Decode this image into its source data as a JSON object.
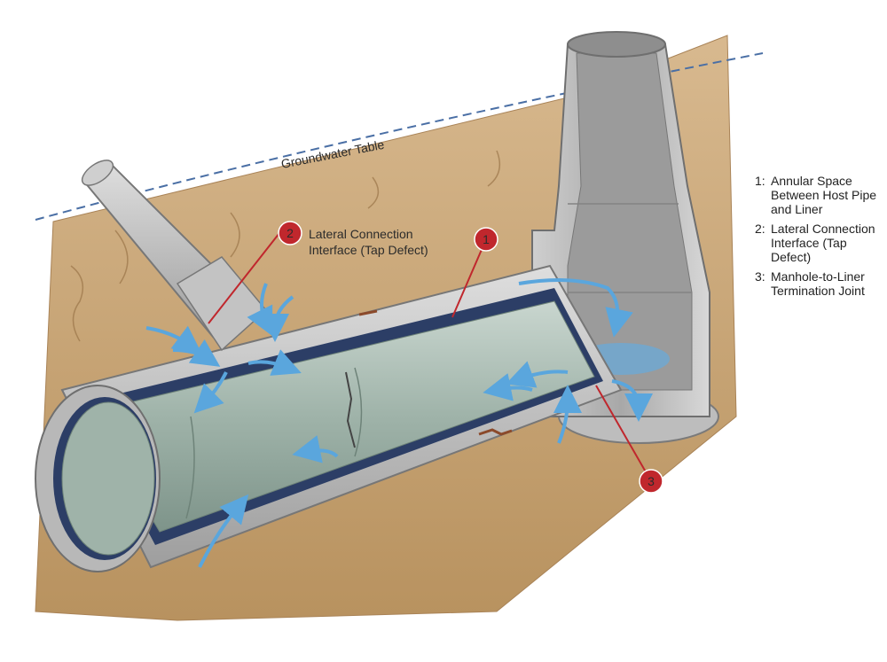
{
  "diagram": {
    "groundwater_label": "Groundwater Table",
    "callouts": [
      {
        "number": "1"
      },
      {
        "number": "2",
        "label_line1": "Lateral Connection",
        "label_line2": "Interface (Tap Defect)"
      },
      {
        "number": "3"
      }
    ],
    "legend": [
      {
        "number": "1:",
        "text": "Annular Space Between Host Pipe and Liner"
      },
      {
        "number": "2:",
        "text": "Lateral Connection Interface (Tap Defect)"
      },
      {
        "number": "3:",
        "text": "Manhole-to-Liner Termination Joint"
      }
    ],
    "colors": {
      "soil": "#c9a57a",
      "concrete": "#bdbdbd",
      "liner": "#a9bbb2",
      "annulus": "#2c3e66",
      "water": "#5aa6dd",
      "callout": "#c0272d",
      "groundwater_line": "#4a6fa5"
    }
  }
}
